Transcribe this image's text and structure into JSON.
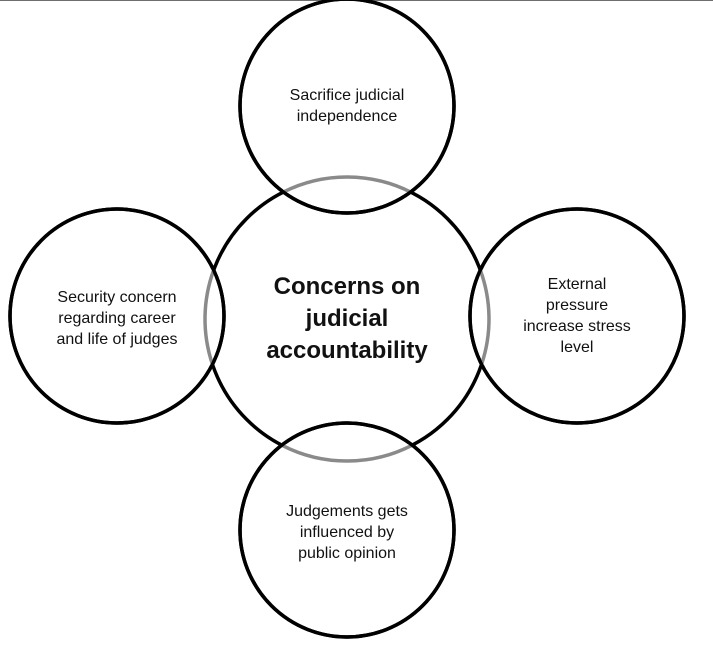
{
  "diagram": {
    "center": {
      "label": "Concerns on\njudicial\naccountability"
    },
    "satellites": [
      {
        "id": "top",
        "label": "Sacrifice judicial\nindependence"
      },
      {
        "id": "right",
        "label": "External\npressure\nincrease stress\nlevel"
      },
      {
        "id": "bottom",
        "label": "Judgements gets\ninfluenced by\npublic opinion"
      },
      {
        "id": "left",
        "label": "Security concern\nregarding career\nand life of judges"
      }
    ],
    "colors": {
      "outline": "#000000",
      "overlap_arc": "#8a8a8a",
      "background": "#ffffff",
      "text": "#111111"
    }
  }
}
